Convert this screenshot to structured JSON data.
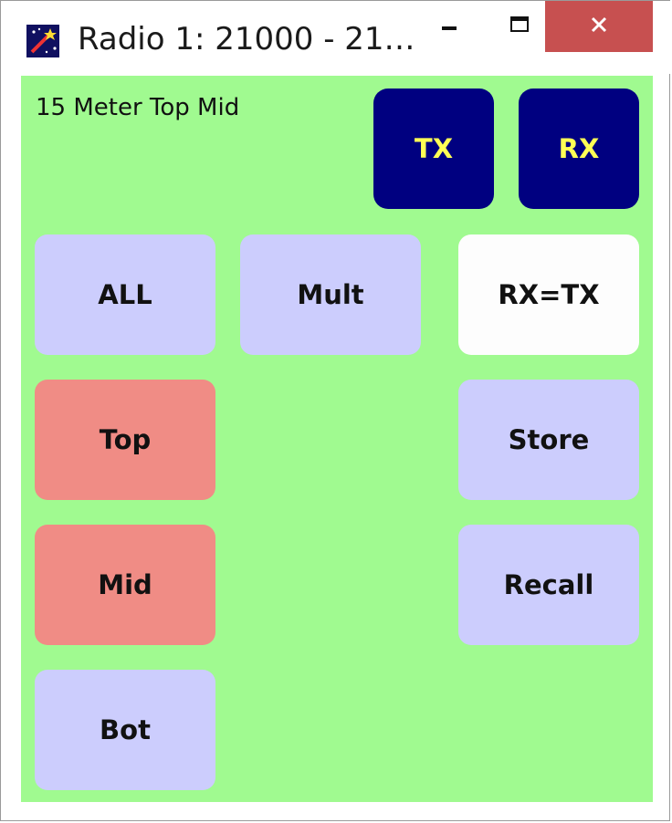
{
  "window": {
    "title": "Radio 1: 21000 - 21…",
    "icon": "wand-icon",
    "controls": {
      "minimize": "minimize-icon",
      "maximize": "maximize-icon",
      "close": "close-icon"
    }
  },
  "status": {
    "band_label": "15 Meter Top Mid"
  },
  "buttons": {
    "tx": "TX",
    "rx": "RX",
    "all": "ALL",
    "mult": "Mult",
    "rx_eq_tx": "RX=TX",
    "top": "Top",
    "store": "Store",
    "mid": "Mid",
    "recall": "Recall",
    "bot": "Bot"
  },
  "colors": {
    "client_bg": "#a0fa90",
    "navy": "#000080",
    "yellow_text": "#ffff55",
    "lavender": "#cccdfd",
    "salmon": "#f08c85",
    "white": "#fdfdfd",
    "close_red": "#c75050"
  }
}
